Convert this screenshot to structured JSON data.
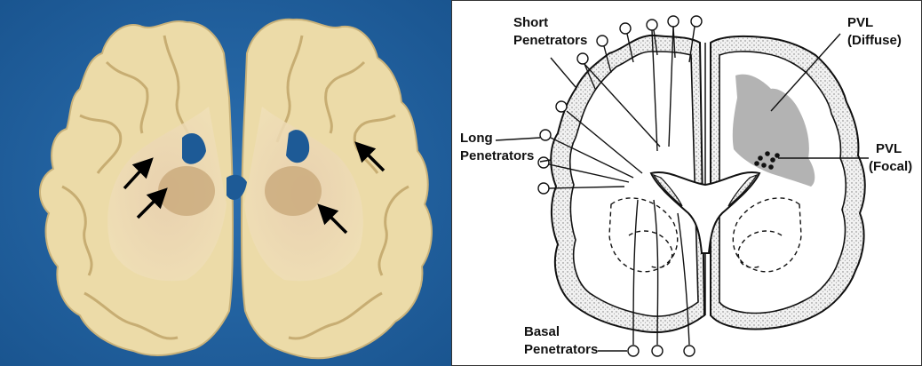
{
  "photo": {
    "background_color": "#1f5d9a",
    "tissue_color": "#ead9a6",
    "arrow_count": 4
  },
  "diagram": {
    "labels": {
      "short_penetrators": [
        "Short",
        "Penetrators"
      ],
      "long_penetrators": [
        "Long",
        "Penetrators"
      ],
      "basal_penetrators": [
        "Basal",
        "Penetrators"
      ],
      "pvl_diffuse": [
        "PVL",
        "(Diffuse)"
      ],
      "pvl_focal": [
        "PVL",
        "(Focal)"
      ]
    },
    "colors": {
      "cortex_fill": "#e6e6e6",
      "pvl_diffuse_fill": "#b3b3b3",
      "pvl_focal_dot": "#111111"
    }
  }
}
